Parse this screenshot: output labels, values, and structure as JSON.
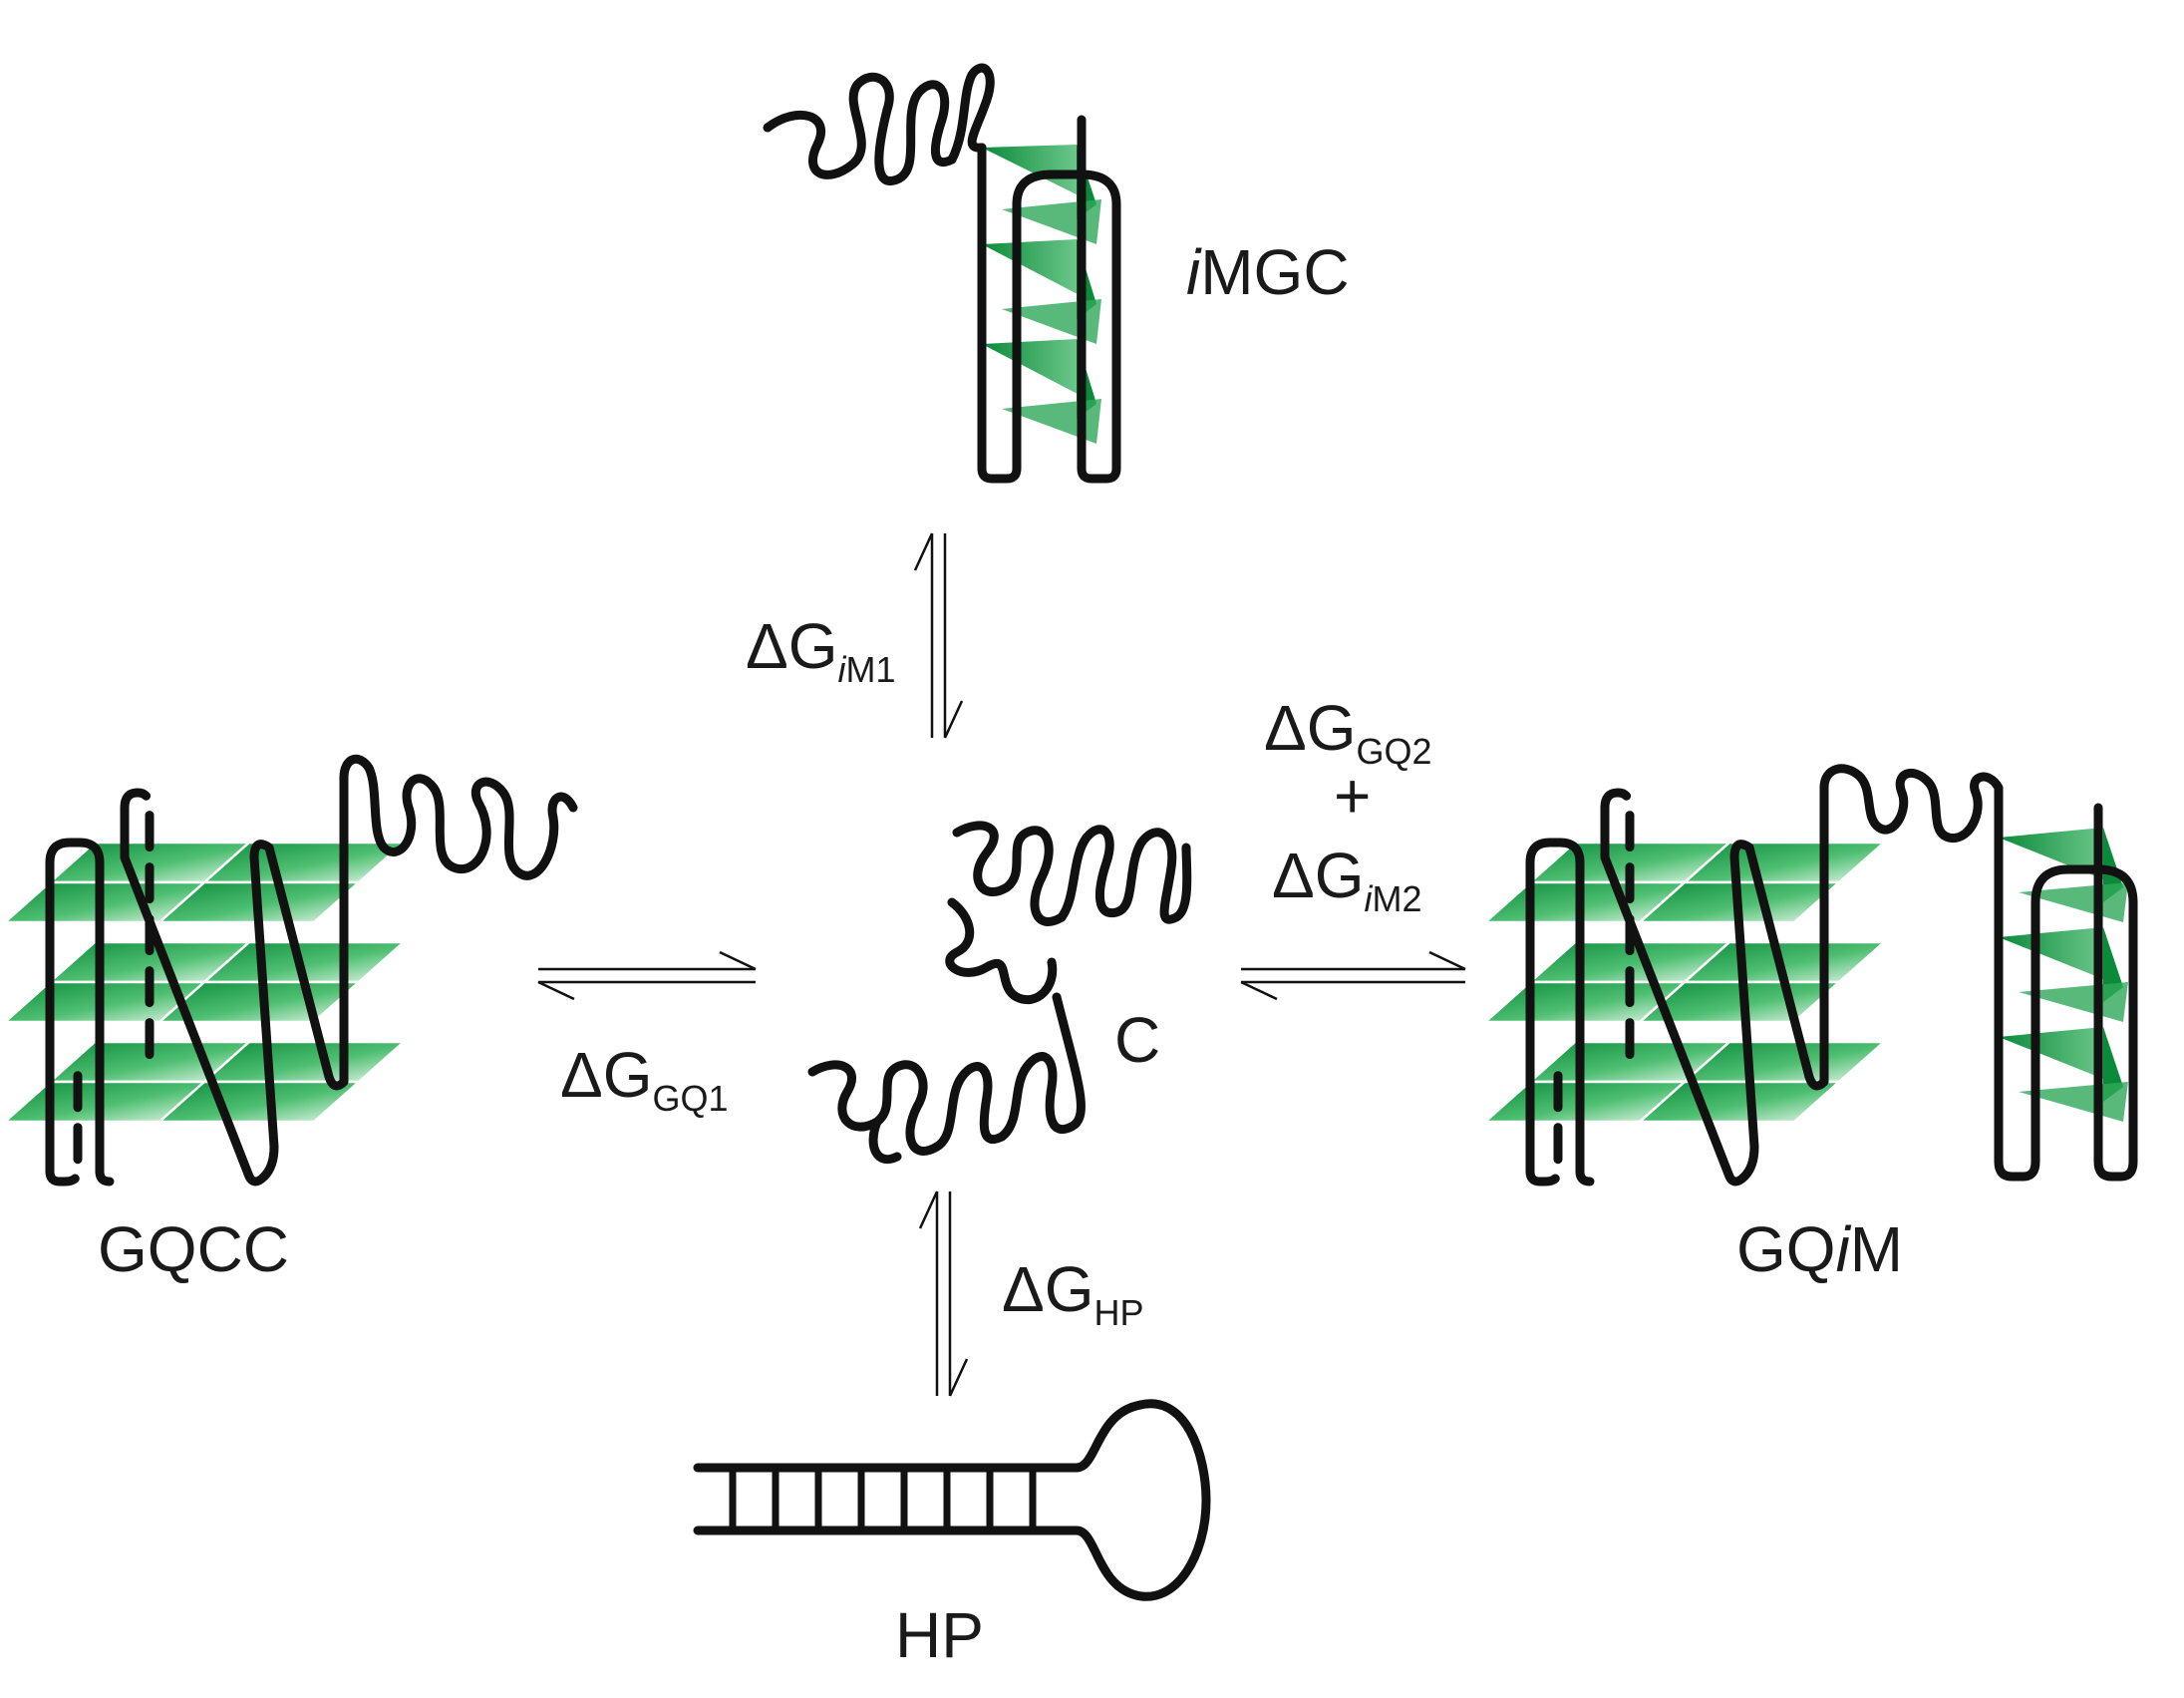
{
  "states": {
    "imgc": {
      "prefix": "i",
      "label": "MGC"
    },
    "coil": {
      "label": "C"
    },
    "gqcc": {
      "label": "GQCC"
    },
    "gqim": {
      "part1": "GQ",
      "italic": "i",
      "part2": "M"
    },
    "hairpin": {
      "label": "HP"
    }
  },
  "equilibria": {
    "im1": {
      "symbol": "ΔG",
      "subscript_italic": "i",
      "subscript": "M1"
    },
    "gq1": {
      "symbol": "ΔG",
      "subscript": "GQ1"
    },
    "gq2": {
      "symbol": "ΔG",
      "subscript": "GQ2"
    },
    "plus": "+",
    "im2": {
      "symbol": "ΔG",
      "subscript_italic": "i",
      "subscript": "M2"
    },
    "hp": {
      "symbol": "ΔG",
      "subscript": "HP"
    }
  },
  "colors": {
    "green_dark": "#0b8a3a",
    "green_light": "#e8f7ec",
    "strand": "#111111"
  }
}
